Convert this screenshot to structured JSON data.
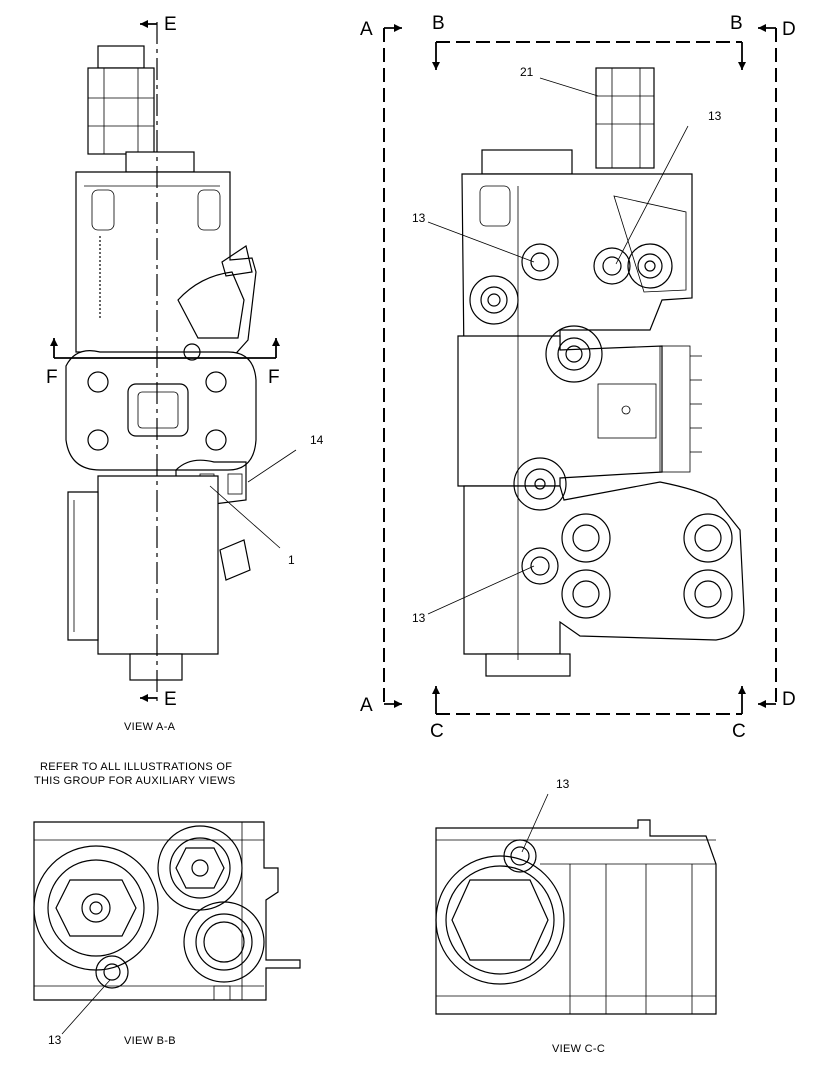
{
  "section_marks": {
    "e_top": "E",
    "e_bottom": "E",
    "a_top": "A",
    "a_bottom": "A",
    "b_left": "B",
    "b_right": "B",
    "c_left": "C",
    "c_right": "C",
    "d_top": "D",
    "d_bottom": "D",
    "f_left": "F",
    "f_right": "F"
  },
  "callouts": {
    "part_21": "21",
    "part_13_a": "13",
    "part_13_b": "13",
    "part_13_c": "13",
    "part_14": "14",
    "part_1": "1",
    "part_13_bb": "13",
    "part_13_cc": "13"
  },
  "captions": {
    "view_aa": "VIEW  A-A",
    "view_bb": "VIEW  B-B",
    "view_cc": "VIEW  C-C",
    "note_line1": "REFER TO ALL ILLUSTRATIONS OF",
    "note_line2": "THIS GROUP FOR AUXILIARY VIEWS"
  }
}
